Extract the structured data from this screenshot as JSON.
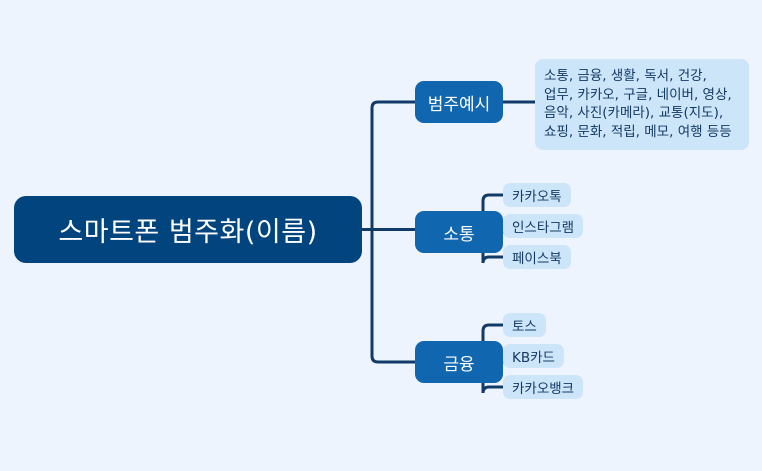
{
  "diagram": {
    "type": "mind-map",
    "background_color": "#eef4fd",
    "line_color": "#123a66",
    "root": {
      "label": "스마트폰 범주화(이름)",
      "fill_color": "#01447e",
      "text_color": "#ffffff"
    },
    "branches": [
      {
        "id": "category-example",
        "label": "범주예시",
        "fill_color": "#1166b0",
        "text_color": "#ffffff",
        "note": {
          "fill_color": "#cde5f8",
          "text_color": "#123a66",
          "lines": [
            "소통, 금융, 생활, 독서, 건강,",
            "업무, 카카오, 구글, 네이버, 영상,",
            "음악, 사진(카메라), 교통(지도),",
            "쇼핑, 문화, 적립, 메모, 여행 등등"
          ]
        },
        "children": []
      },
      {
        "id": "communication",
        "label": "소통",
        "fill_color": "#1166b0",
        "text_color": "#ffffff",
        "children": [
          {
            "label": "카카오톡"
          },
          {
            "label": "인스타그램"
          },
          {
            "label": "페이스북"
          }
        ]
      },
      {
        "id": "finance",
        "label": "금융",
        "fill_color": "#1166b0",
        "text_color": "#ffffff",
        "children": [
          {
            "label": "토스"
          },
          {
            "label": "KB카드"
          },
          {
            "label": "카카오뱅크"
          }
        ]
      }
    ]
  }
}
